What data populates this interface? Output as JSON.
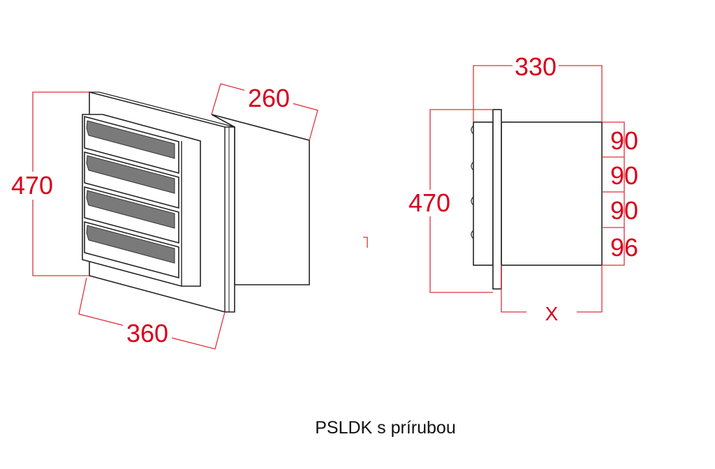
{
  "caption": "PSLDK s prírubou",
  "left_view": {
    "height": "470",
    "depth": "260",
    "width": "360"
  },
  "right_view": {
    "depth": "330",
    "height": "470",
    "segments": [
      "90",
      "90",
      "90",
      "96"
    ],
    "variable": "X"
  },
  "colors": {
    "dimension": "#d8001c",
    "outline": "#222222",
    "slot": "#7a7a7a"
  }
}
